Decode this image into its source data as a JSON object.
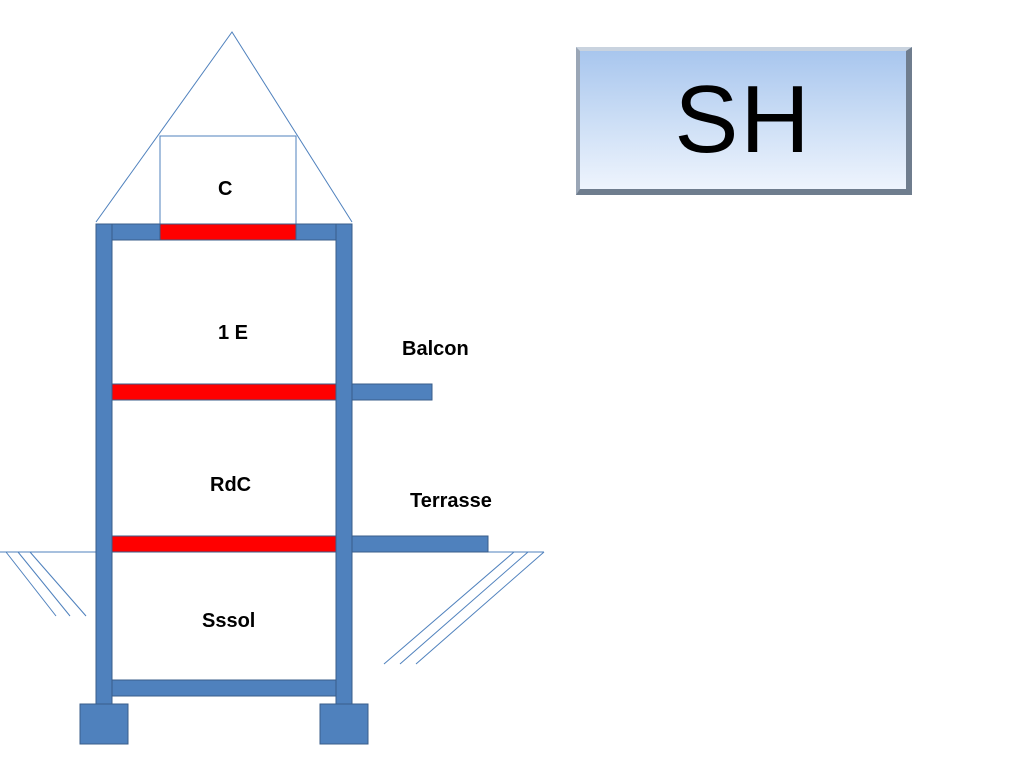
{
  "title_box": {
    "text": "SH"
  },
  "labels": {
    "attic": "C",
    "first_floor": "1 E",
    "balcony": "Balcon",
    "ground_floor": "RdC",
    "terrace": "Terrasse",
    "basement": "Sssol"
  },
  "colors": {
    "structure": "#4f81bd",
    "structure_stroke": "#385d8a",
    "floor_slab": "#ff0000",
    "roof_line": "#4f81bd",
    "title_box_gradient_top": "#a8c6ee",
    "title_box_gradient_bottom": "#eef4fd"
  }
}
